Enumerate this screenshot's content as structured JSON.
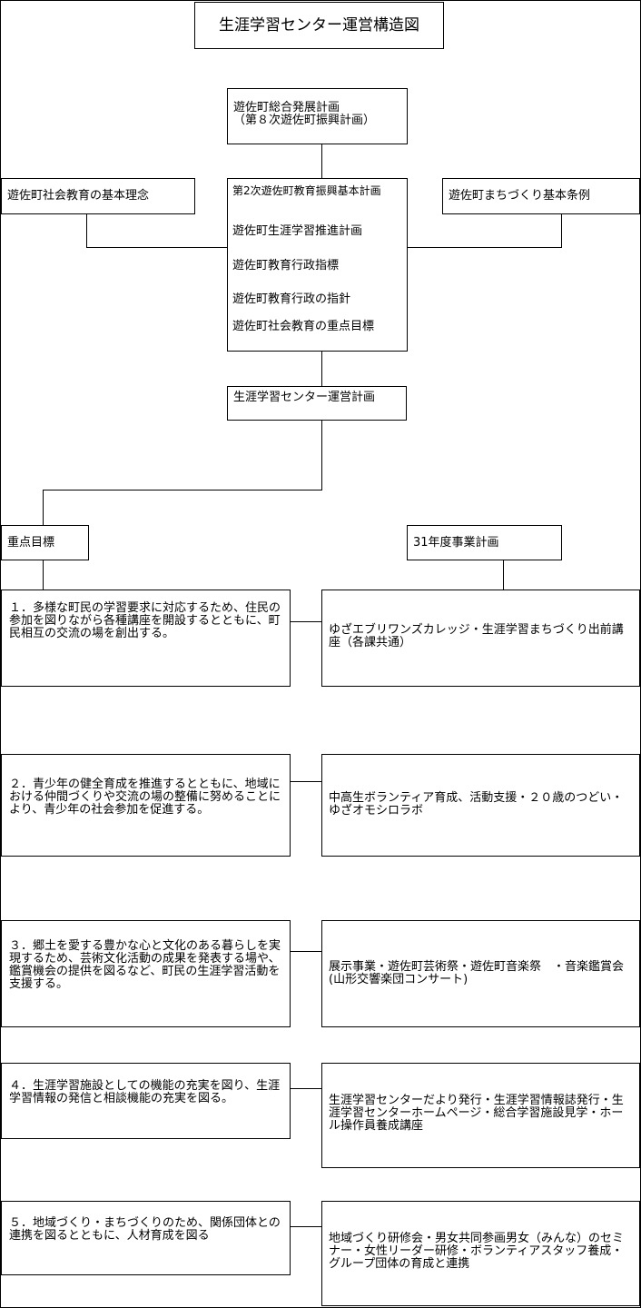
{
  "title": "生涯学習センター運営構造図",
  "general_plan": {
    "line1": "遊佐町総合発展計画",
    "line2": "（第８次遊佐町振興計画）"
  },
  "basic_philosophy": "遊佐町社会教育の基本理念",
  "community_ordinance": "遊佐町まちづくり基本条例",
  "education_plans": [
    "第2次遊佐町教育振興基本計画",
    "遊佐町生涯学習推進計画",
    "遊佐町教育行政指標",
    "遊佐町教育行政の指針",
    "遊佐町社会教育の重点目標"
  ],
  "center_plan": "生涯学習センター運営計画",
  "key_goals_label": "重点目標",
  "project_plan_label": "31年度事業計画",
  "goals": [
    "１．多様な町民の学習要求に対応するため、住民の参加を図りながら各種講座を開設するとともに、町民相互の交流の場を創出する。",
    "２．青少年の健全育成を推進するとともに、地域における仲間づくりや交流の場の整備に努めることにより、青少年の社会参加を促進する。",
    "３．郷土を愛する豊かな心と文化のある暮らしを実現するため、芸術文化活動の成果を発表する場や、鑑賞機会の提供を図るなど、町民の生涯学習活動を支援する。",
    "４．生涯学習施設としての機能の充実を図り、生涯学習情報の発信と相談機能の充実を図る。",
    "５．地域づくり・まちづくりのため、関係団体との連携を図るとともに、人材育成を図る"
  ],
  "projects": [
    "ゆざエブリワンズカレッジ・生涯学習まちづくり出前講座（各課共通）",
    "中高生ボランティア育成、活動支援・２０歳のつどい・ゆざオモシロラボ",
    "展示事業・遊佐町芸術祭・遊佐町音楽祭　・音楽鑑賞会(山形交響楽団コンサート)",
    "生涯学習センターだより発行・生涯学習情報誌発行・生涯学習センターホームページ・総合学習施設見学・ホール操作員養成講座",
    "地域づくり研修会・男女共同参画男女（みんな）のセミナー・女性リーダー研修・ボランティアスタッフ養成・グループ団体の育成と連携"
  ]
}
